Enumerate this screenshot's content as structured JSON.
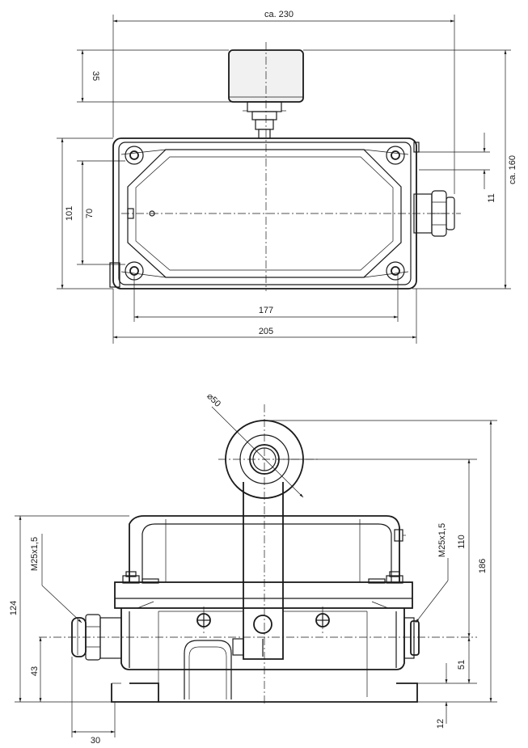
{
  "top_view": {
    "dimensions": {
      "overall_width": "ca. 230",
      "overall_height": "ca. 160",
      "actuator_height": "35",
      "body_height": "101",
      "hole_spacing_vertical": "70",
      "offset_right": "11",
      "hole_spacing_horizontal": "177",
      "body_width": "205"
    }
  },
  "side_view": {
    "dimensions": {
      "roller_diameter": "⌀50",
      "thread_left": "M25x1,5",
      "thread_right": "M25x1,5",
      "lever_height": "110",
      "total_height": "186",
      "height_left": "124",
      "gland_height": "43",
      "gland_offset": "30",
      "base_height": "51",
      "foot_height": "12"
    }
  }
}
